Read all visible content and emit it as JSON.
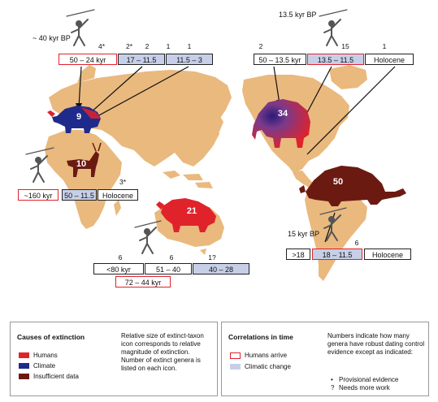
{
  "bp_labels": {
    "eurasia": "~ 40 kyr BP",
    "north_america": "13.5 kyr BP",
    "south_america": "15 kyr BP"
  },
  "eurasia": {
    "counts": [
      "4*",
      "2*",
      "2",
      "1",
      "1"
    ],
    "boxes": [
      "50 – 24 kyr",
      "17 – 11.5",
      "11.5 – 3"
    ],
    "icon_count": "9"
  },
  "north_america": {
    "counts": [
      "2",
      "15",
      "1"
    ],
    "boxes": [
      "50 – 13.5 kyr",
      "13.5 – 11.5",
      "Holocene"
    ],
    "icon_count": "34"
  },
  "africa": {
    "boxes": [
      "~160 kyr",
      "50 – 11.5",
      "Holocene"
    ],
    "count_holocene": "3*",
    "icon_count": "10"
  },
  "australia": {
    "icon_count": "21",
    "counts": [
      "6",
      "6",
      "1?"
    ],
    "boxes": [
      "<80 kyr",
      "51 – 40",
      "40 – 28"
    ],
    "arrival": "72 – 44 kyr"
  },
  "south_america": {
    "icon_count": "50",
    "count": "6",
    "boxes": [
      ">18",
      "18 – 11.5",
      "Holocene"
    ]
  },
  "legend": {
    "causes_title": "Causes of extinction",
    "causes": [
      "Humans",
      "Climate",
      "Insufficient data"
    ],
    "size_note": "Relative size of extinct-taxon icon corresponds to relative magnitude of extinction. Number of extinct genera is listed on each icon.",
    "corr_title": "Correlations in time",
    "corr": [
      "Humans arrive",
      "Climatic change"
    ],
    "numbers_note": "Numbers indicate how many genera have robust dating control evidence except as indicated:",
    "bullets": [
      "Provisional evidence",
      "Needs more work"
    ],
    "bullet_marks": [
      "•",
      "?"
    ]
  },
  "colors": {
    "land": "#e9b97e",
    "humans": "#e0222b",
    "climate": "#1f2a8a",
    "insufficient": "#6b1a12",
    "climate_box": "#c7cfe8",
    "mammoth_gradient_inner": "#7a3a8a"
  }
}
